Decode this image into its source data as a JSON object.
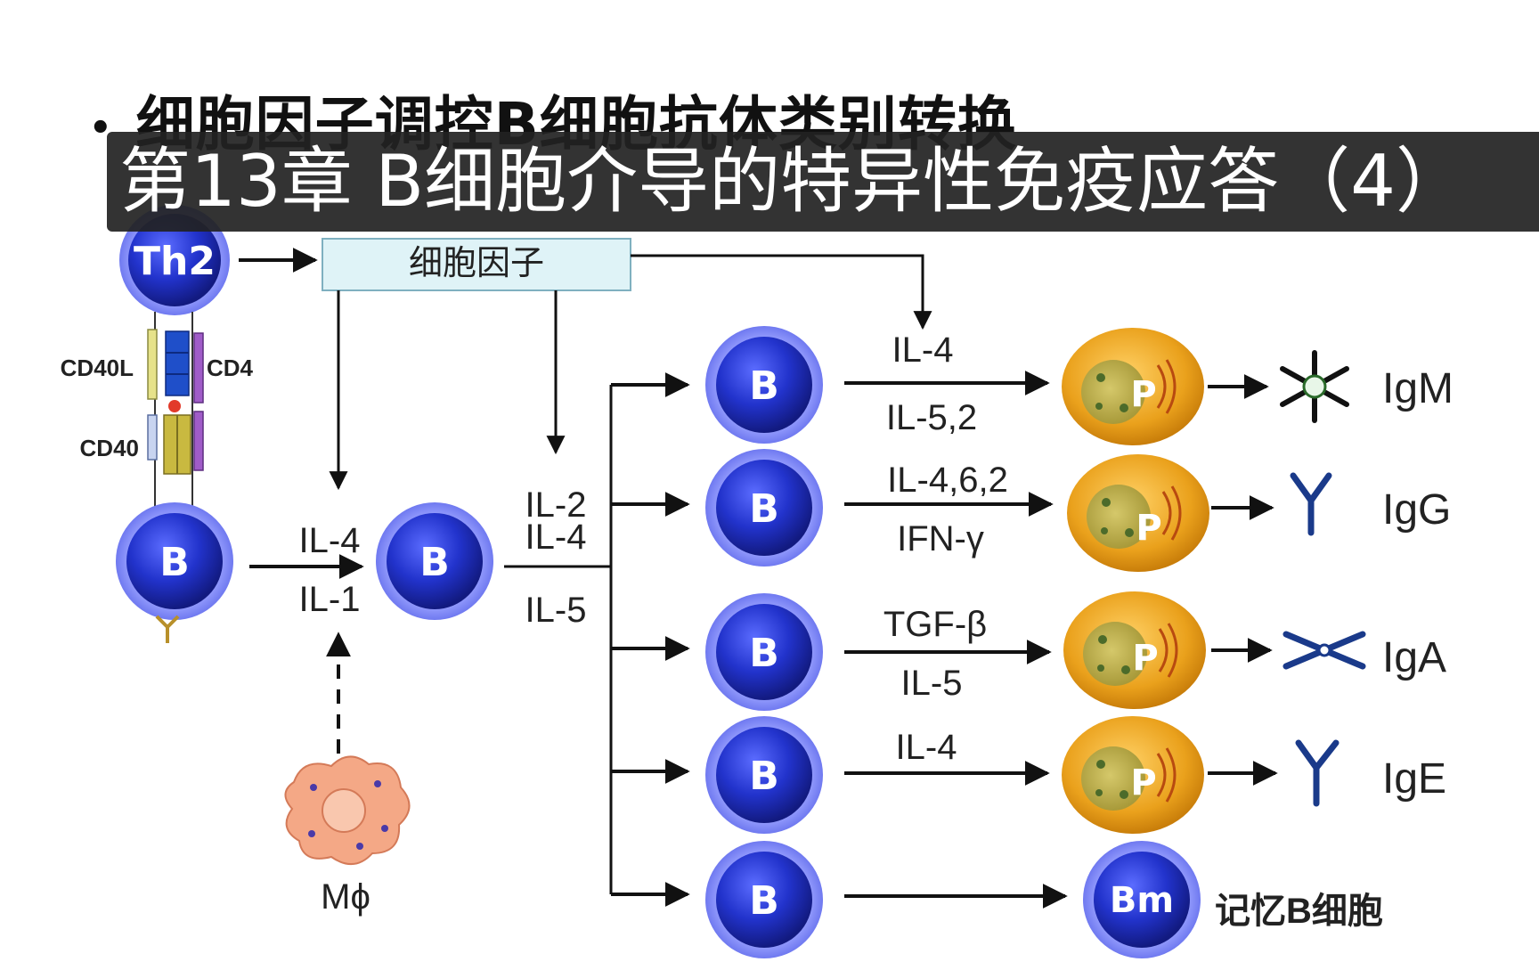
{
  "slide": {
    "bullet": "•",
    "title": "细胞因子调控B细胞抗体类别转换"
  },
  "overlay": {
    "chapter_title": "第13章  B细胞介导的特异性免疫应答（4）"
  },
  "diagram": {
    "th2_label": "Th2",
    "cytokine_box_label": "细胞因子",
    "cd40l_label": "CD40L",
    "cd4_label": "CD4",
    "cd40_label": "CD40",
    "b_label": "B",
    "p_label": "P",
    "bm_label": "Bm",
    "macrophage_label": "Mϕ",
    "activation_top": "IL-4",
    "activation_bottom": "IL-1",
    "prolif_il2": "IL-2",
    "prolif_il4": "IL-4",
    "prolif_il5": "IL-5",
    "branches": [
      {
        "top": "IL-4",
        "bottom": "IL-5,2",
        "antibody": "IgM"
      },
      {
        "top": "IL-4,6,2",
        "bottom": "IFN-γ",
        "antibody": "IgG"
      },
      {
        "top": "TGF-β",
        "bottom": "IL-5",
        "antibody": "IgA"
      },
      {
        "top": "IL-4",
        "bottom": "",
        "antibody": "IgE"
      }
    ],
    "memory_label": "记忆B细胞"
  },
  "colors": {
    "b_cell": "#2233cc",
    "plasma_cell": "#e8a21a",
    "macrophage": "#f4a886",
    "cytokine_box": "#dff3f7",
    "overlay_bg": "#222222"
  }
}
